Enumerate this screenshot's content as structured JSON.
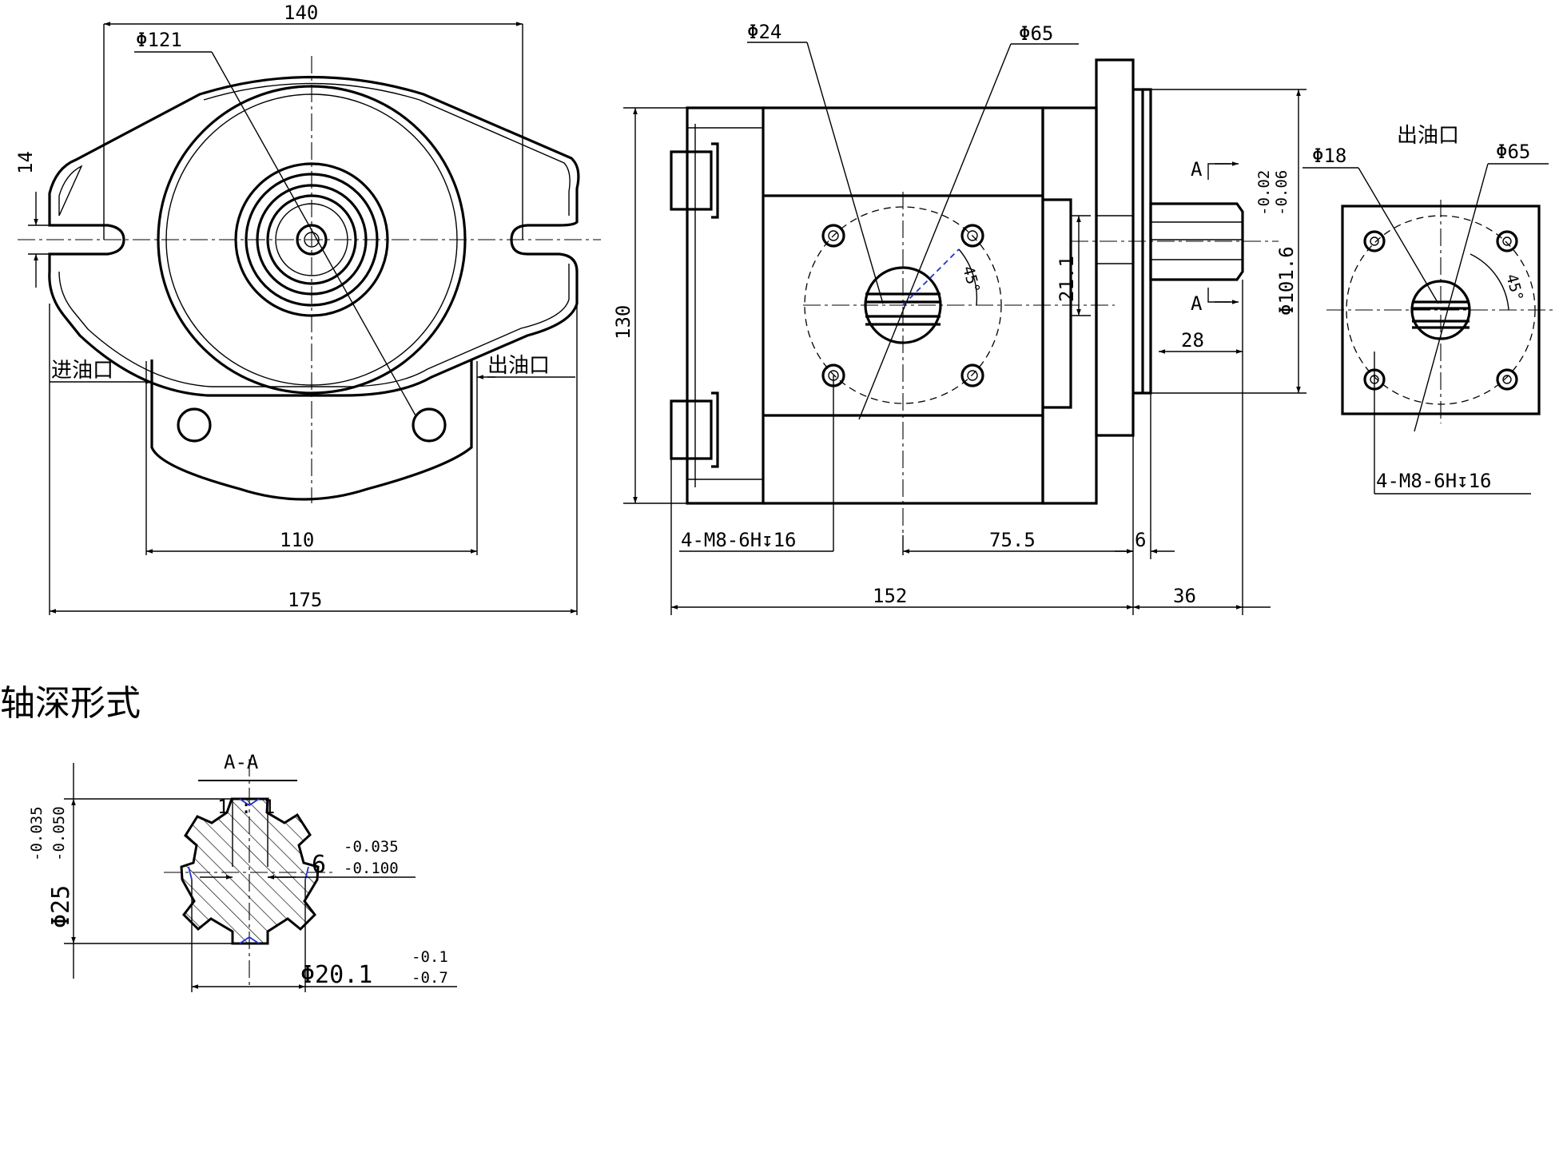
{
  "front_view": {
    "dims": {
      "d140": "140",
      "d121": "Φ121",
      "d14": "14",
      "d110": "110",
      "d175": "175"
    },
    "labels": {
      "inlet": "进油口",
      "outlet": "出油口"
    }
  },
  "side_view": {
    "dims": {
      "d24": "Φ24",
      "d65": "Φ65",
      "d130": "130",
      "d21_1": "21.1",
      "angle45": "45°",
      "thread": "4-M8-6H↧16",
      "d75_5": "75.5",
      "d6": "6",
      "d152": "152",
      "d36": "36",
      "d28": "28",
      "d101_6": "Φ101.6",
      "tol_upper": "-0.02",
      "tol_lower": "-0.06",
      "section_mark": "A"
    }
  },
  "port_view": {
    "title": "出油口",
    "dims": {
      "d18": "Φ18",
      "d65": "Φ65",
      "angle45": "45°",
      "thread": "4-M8-6H↧16"
    }
  },
  "section": {
    "heading": "轴深形式",
    "name": "A-A",
    "scale": "1 : 1",
    "dims": {
      "key": "6",
      "key_tol_upper": "-0.035",
      "key_tol_lower": "-0.100",
      "outer": "Φ25",
      "outer_tol_upper": "-0.035",
      "outer_tol_lower": "-0.050",
      "inner": "Φ20.1",
      "inner_tol_upper": "-0.1",
      "inner_tol_lower": "-0.7"
    }
  }
}
